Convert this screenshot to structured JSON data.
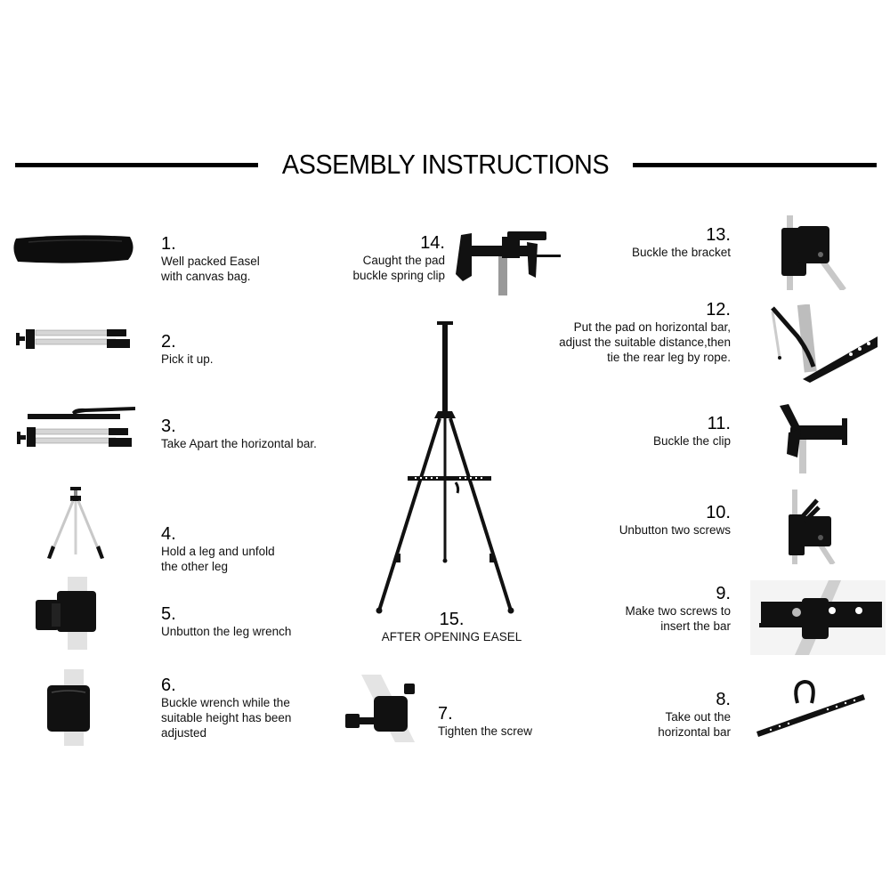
{
  "header": {
    "title": "ASSEMBLY INSTRUCTIONS"
  },
  "steps": {
    "s1": {
      "number": "1.",
      "text": "Well packed Easel\nwith canvas bag.",
      "image": "canvas-bag-image"
    },
    "s2": {
      "number": "2.",
      "text": "Pick it up.",
      "image": "folded-easel-image"
    },
    "s3": {
      "number": "3.",
      "text": "Take Apart the horizontal bar.",
      "image": "easel-and-bar-image"
    },
    "s4": {
      "number": "4.",
      "text": "Hold a leg and unfold\nthe other leg",
      "image": "tripod-image"
    },
    "s5": {
      "number": "5.",
      "text": "Unbutton the leg wrench",
      "image": "open-leg-clip-image"
    },
    "s6": {
      "number": "6.",
      "text": "Buckle wrench while the\nsuitable height has been\nadjusted",
      "image": "closed-leg-clip-image"
    },
    "s7": {
      "number": "7.",
      "text": "Tighten the screw",
      "image": "screw-collar-image"
    },
    "s8": {
      "number": "8.",
      "text": "Take out the\nhorizontal bar",
      "image": "horizontal-bar-image"
    },
    "s9": {
      "number": "9.",
      "text": "Make two screws to\ninsert the bar",
      "image": "bar-on-leg-image"
    },
    "s10": {
      "number": "10.",
      "text": "Unbutton two screws",
      "image": "bracket-screws-image"
    },
    "s11": {
      "number": "11.",
      "text": "Buckle the clip",
      "image": "clip-image"
    },
    "s12": {
      "number": "12.",
      "text": "Put the pad on horizontal bar,\nadjust the suitable distance,then\ntie the rear leg by rope.",
      "image": "rope-tie-image"
    },
    "s13": {
      "number": "13.",
      "text": "Buckle the bracket",
      "image": "bracket-image"
    },
    "s14": {
      "number": "14.",
      "text": "Caught the pad\nbuckle spring clip",
      "image": "spring-clip-image"
    },
    "s15": {
      "number": "15.",
      "text": "AFTER OPENING EASEL",
      "image": "assembled-easel-image"
    }
  },
  "colors": {
    "background": "#ffffff",
    "ink": "#000000",
    "metal": "#c8c8c8"
  }
}
